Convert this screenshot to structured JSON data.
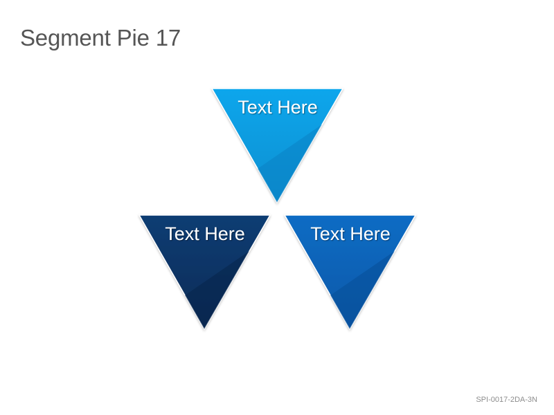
{
  "page": {
    "title": "Segment Pie 17",
    "footer_code": "SPI-0017-2DA-3N"
  },
  "segments": [
    {
      "label": "Text Here",
      "color_top": "#0aa6ec",
      "color_bottom": "#0a8fd0",
      "color_facet": "#0b82c4"
    },
    {
      "label": "Text Here",
      "color_top": "#0f3d73",
      "color_bottom": "#0a2b57",
      "color_facet": "#07244a"
    },
    {
      "label": "Text Here",
      "color_top": "#0e6cc4",
      "color_bottom": "#0a58a8",
      "color_facet": "#084e98"
    }
  ],
  "colors": {
    "title_text": "#555555",
    "footer_text": "#8c8c8c",
    "label_text": "#ffffff"
  }
}
